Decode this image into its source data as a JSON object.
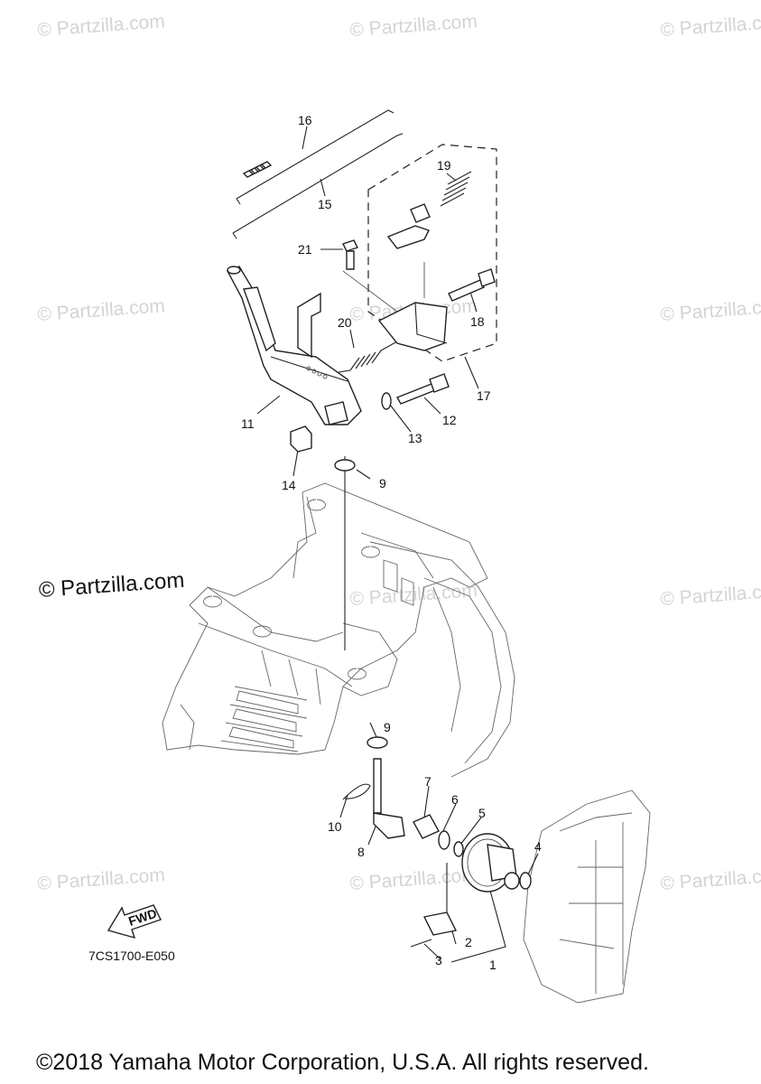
{
  "watermarks": [
    "© Partzilla.com",
    "© Partzilla.com",
    "© Partzilla.com",
    "© Partzilla.com",
    "© Partzilla.com",
    "© Partzilla.com",
    "© Partzilla.com",
    "© Partzilla.com",
    "© Partzilla.com",
    "© Partzilla.com",
    "© Partzilla.com"
  ],
  "brand_watermark": "© Partzilla.com",
  "callouts": {
    "c1": "1",
    "c2": "2",
    "c3": "3",
    "c4": "4",
    "c5": "5",
    "c6": "6",
    "c7": "7",
    "c8": "8",
    "c9a": "9",
    "c9b": "9",
    "c10": "10",
    "c11": "11",
    "c12": "12",
    "c13": "13",
    "c14": "14",
    "c15": "15",
    "c16": "16",
    "c17": "17",
    "c18": "18",
    "c19": "19",
    "c20": "20",
    "c21": "21"
  },
  "fwd_label": "FWD",
  "diagram_code": "7CS1700-E050",
  "copyright": "©2018 Yamaha Motor Corporation, U.S.A. All rights reserved."
}
